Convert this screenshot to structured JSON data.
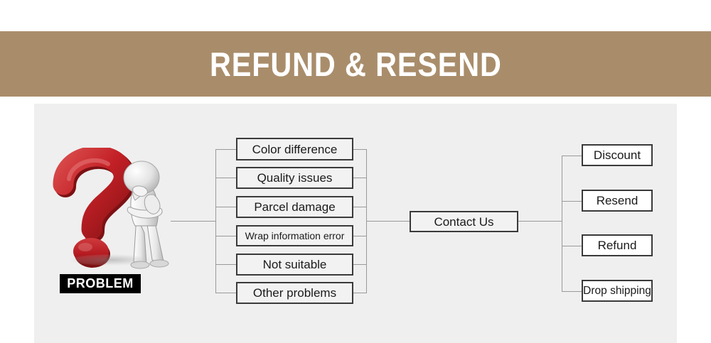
{
  "banner": {
    "title": "REFUND & RESEND",
    "background_color": "#a98d6b",
    "text_color": "#ffffff"
  },
  "panel": {
    "background_color": "#efefef"
  },
  "problem": {
    "label": "PROBLEM",
    "icon": "question-mark-thinking-person",
    "label_background": "#000000",
    "label_color": "#ffffff",
    "question_mark_color": "#c0282d"
  },
  "issues": {
    "items": [
      {
        "label": "Color difference"
      },
      {
        "label": "Quality issues"
      },
      {
        "label": "Parcel damage"
      },
      {
        "label": "Wrap information error"
      },
      {
        "label": "Not suitable"
      },
      {
        "label": "Other problems"
      }
    ]
  },
  "contact": {
    "label": "Contact Us"
  },
  "solutions": {
    "items": [
      {
        "label": "Discount"
      },
      {
        "label": "Resend"
      },
      {
        "label": "Refund"
      },
      {
        "label": "Drop shipping"
      }
    ]
  }
}
